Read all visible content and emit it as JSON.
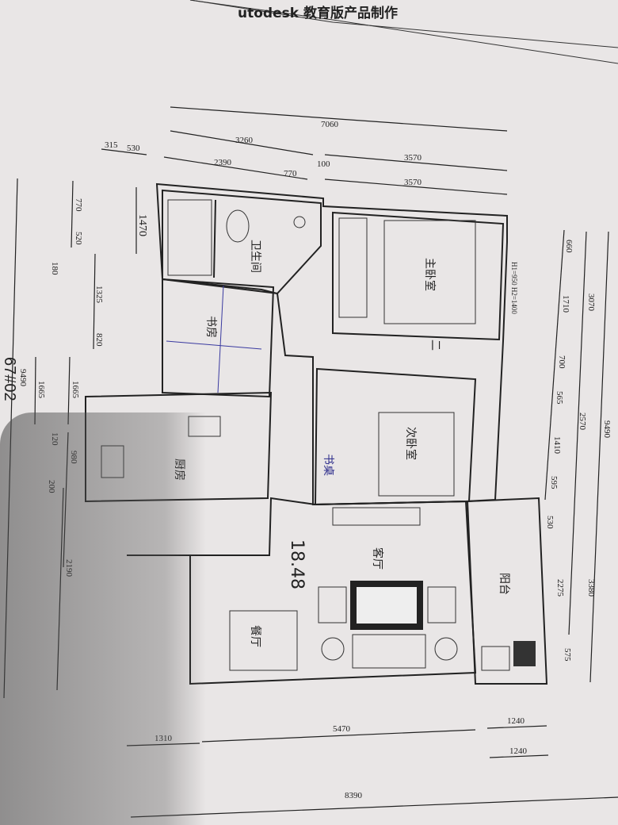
{
  "header": {
    "title": "utodesk 教育版产品制作"
  },
  "drawing_code": "67#02",
  "rooms": {
    "bathroom": "卫生间",
    "study": "书房",
    "master_bedroom": "主卧室",
    "second_bedroom": "次卧室",
    "kitchen": "厨房",
    "living_room": "客厅",
    "balcony": "阳台",
    "dining": "餐厅"
  },
  "annotations": {
    "window_heights": "H1=950 H2=1400",
    "handwritten_area": "18.48",
    "handwritten_mark": "二",
    "handwritten_desk": "书桌"
  },
  "dimensions": {
    "top": [
      "7060",
      "3260",
      "315",
      "530",
      "2390",
      "770",
      "100",
      "3570",
      "3570"
    ],
    "left": [
      "1470",
      "770",
      "520",
      "180",
      "1325",
      "820",
      "1665",
      "1665",
      "9490",
      "120",
      "980",
      "200",
      "2190"
    ],
    "right": [
      "660",
      "1710",
      "700",
      "565",
      "1410",
      "595",
      "3070",
      "2570",
      "9490",
      "530",
      "2275",
      "575",
      "3380"
    ],
    "bottom": [
      "1310",
      "5470",
      "1240",
      "1240",
      "8390"
    ]
  }
}
